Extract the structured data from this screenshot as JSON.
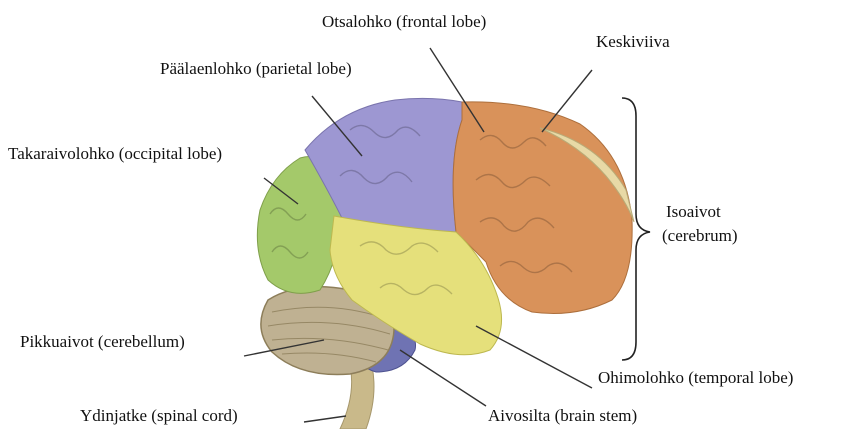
{
  "labels": {
    "frontal": "Otsalohko (frontal lobe)",
    "midline": "Keskiviiva",
    "parietal": "Päälaenlohko (parietal lobe)",
    "occipital": "Takaraivolohko (occipital lobe)",
    "cerebrum_line1": "Isoaivot",
    "cerebrum_line2": "(cerebrum)",
    "cerebellum": "Pikkuaivot (cerebellum)",
    "temporal": "Ohimolohko (temporal lobe)",
    "spinal_cord": "Ydinjatke (spinal cord)",
    "brain_stem": "Aivosilta (brain stem)"
  },
  "colors": {
    "frontal": "#d9925a",
    "parietal": "#9d97d2",
    "occipital": "#a4c96a",
    "temporal": "#e5e07b",
    "cerebellum": "#bfb192",
    "brain_stem": "#6f73b3",
    "spinal_cord": "#c9b98a",
    "midline": "#e8d9a6"
  }
}
